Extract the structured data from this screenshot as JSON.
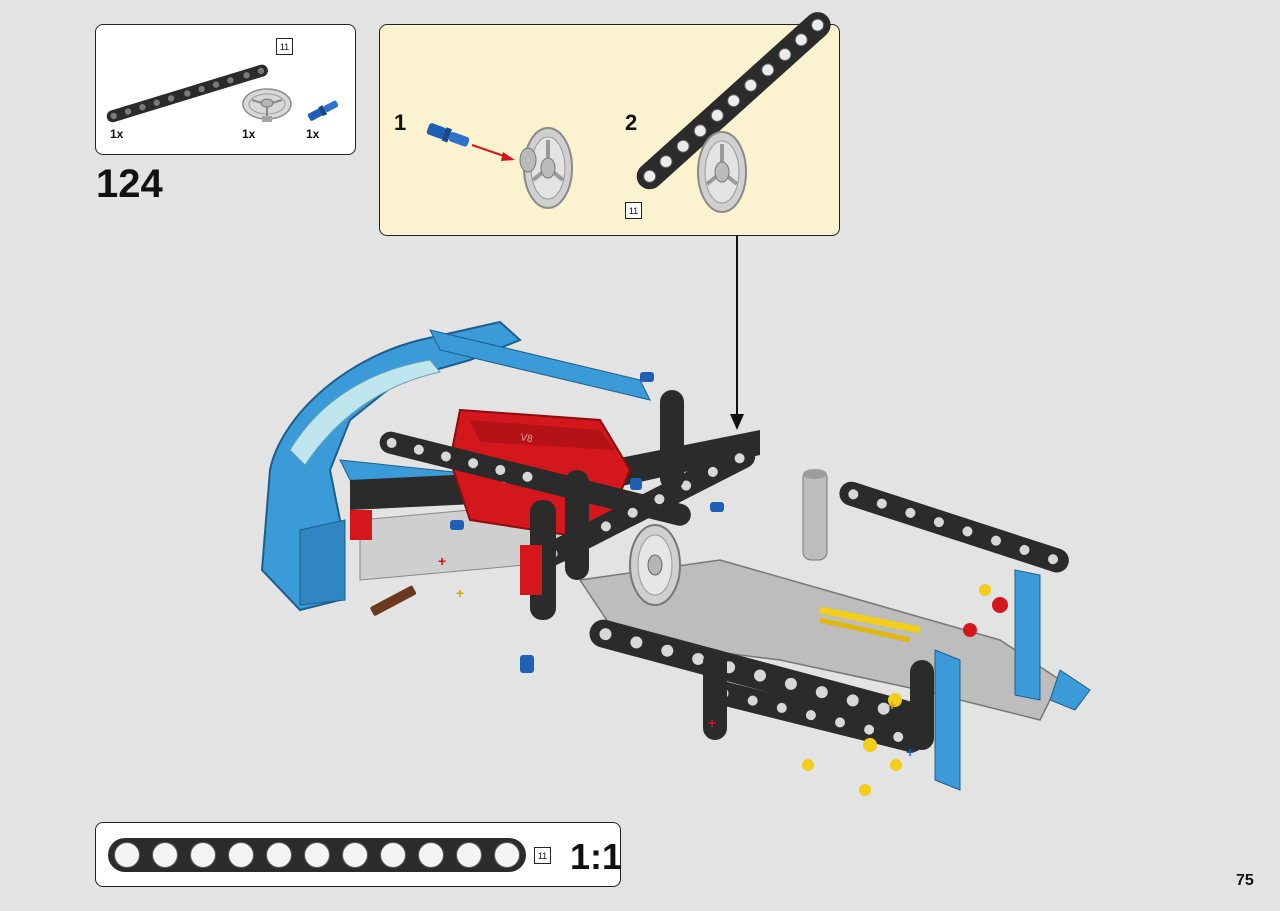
{
  "page": {
    "number": "75"
  },
  "step": {
    "number": "124"
  },
  "parts_list": {
    "items": [
      {
        "part": "beam-11",
        "quantity": "1x",
        "length": "11",
        "color": "#2b2b2b"
      },
      {
        "part": "steering-wheel",
        "quantity": "1x",
        "color": "#cfcfcf"
      },
      {
        "part": "axle-pin",
        "quantity": "1x",
        "color": "#1f5fb4"
      }
    ]
  },
  "sub_assembly": {
    "steps": [
      {
        "label": "1"
      },
      {
        "label": "2",
        "beam_length": "11"
      }
    ],
    "background": "#fbf3cf"
  },
  "ruler": {
    "length": "11",
    "scale": "1:1",
    "holes": 11
  },
  "colors": {
    "beam_black": "#2b2b2b",
    "technic_blue": "#3a9bd8",
    "technic_red": "#d3171c",
    "light_gray": "#cfcfcf",
    "yellow": "#f2cd1a",
    "pin_blue": "#1f5fb4",
    "brown": "#6b3a1e"
  }
}
